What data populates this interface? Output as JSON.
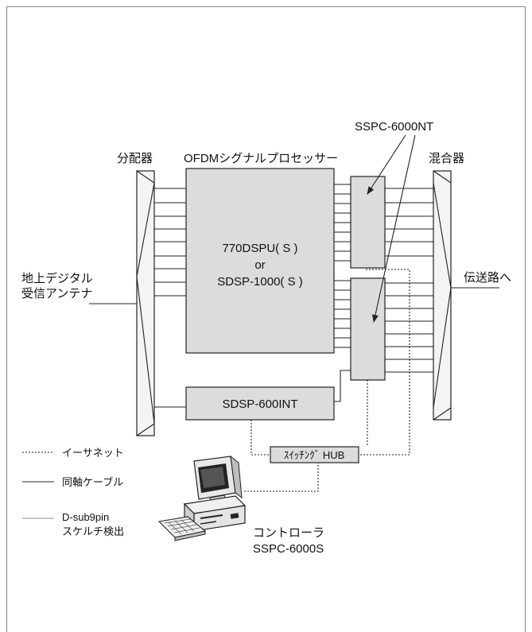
{
  "labels": {
    "splitter": "分配器",
    "processor": "OFDMシグナルプロセッサー",
    "mixer": "混合器",
    "sspc_nt": "SSPC-6000NT",
    "antenna_line1": "地上デジタル",
    "antenna_line2": "受信アンテナ",
    "transmission": "伝送路へ",
    "dsp_line1": "770DSPU( S )",
    "dsp_line2": "or",
    "dsp_line3": "SDSP-1000( S )",
    "sdsp600": "SDSP-600INT",
    "switch_hub": "ｽｲｯﾁﾝｸﾞ HUB",
    "controller_line1": "コントローラ",
    "controller_line2": "SSPC-6000S"
  },
  "legend": {
    "ethernet": "イーサネット",
    "coax": "同軸ケーブル",
    "dsub_line1": "D-sub9pin",
    "dsub_line2": "スケルチ検出"
  },
  "colors": {
    "box_fill": "#dcdcdc",
    "light_fill": "#f4f4f4",
    "line": "#222222",
    "border": "#888888"
  }
}
